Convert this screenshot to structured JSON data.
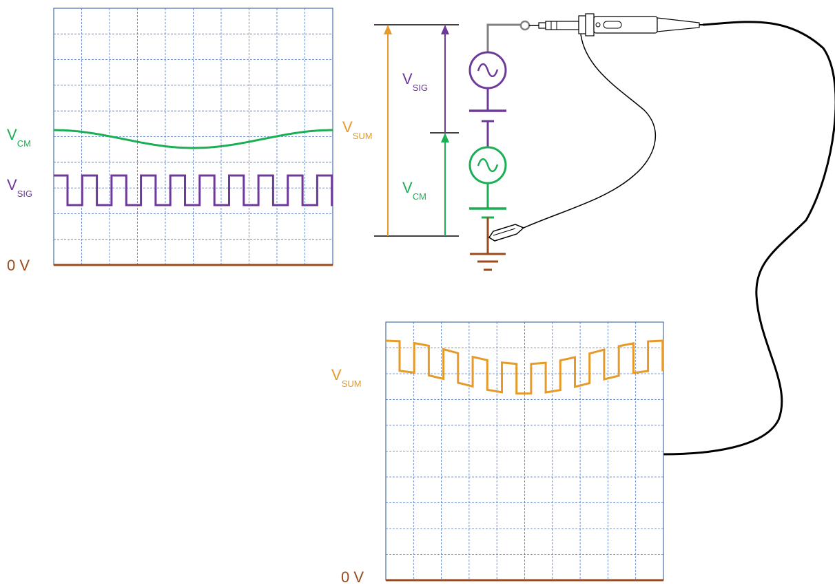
{
  "colors": {
    "vcm": "#1aae55",
    "vsig": "#6e3a9a",
    "vsum": "#e69a28",
    "ground": "#9a4a1c",
    "grid": "#4a78c8",
    "frame": "#4a6ea8",
    "wire": "#808080",
    "black": "#000000"
  },
  "scope_top": {
    "vcm_label": {
      "main": "V",
      "sub": "CM"
    },
    "vsig_label": {
      "main": "V",
      "sub": "SIG"
    },
    "zero_label": "0 V"
  },
  "circuit": {
    "vsig_label": {
      "main": "V",
      "sub": "SIG"
    },
    "vcm_label": {
      "main": "V",
      "sub": "CM"
    },
    "vsum_label": {
      "main": "V",
      "sub": "SUM"
    },
    "source_top_icon": "ac-source-icon",
    "source_bottom_icon": "ac-source-icon",
    "ground_icon": "ground-icon",
    "probe_icon": "oscilloscope-probe-icon",
    "clip_icon": "ground-clip-icon"
  },
  "scope_bottom": {
    "vsum_label": {
      "main": "V",
      "sub": "SUM"
    },
    "zero_label": "0 V"
  }
}
